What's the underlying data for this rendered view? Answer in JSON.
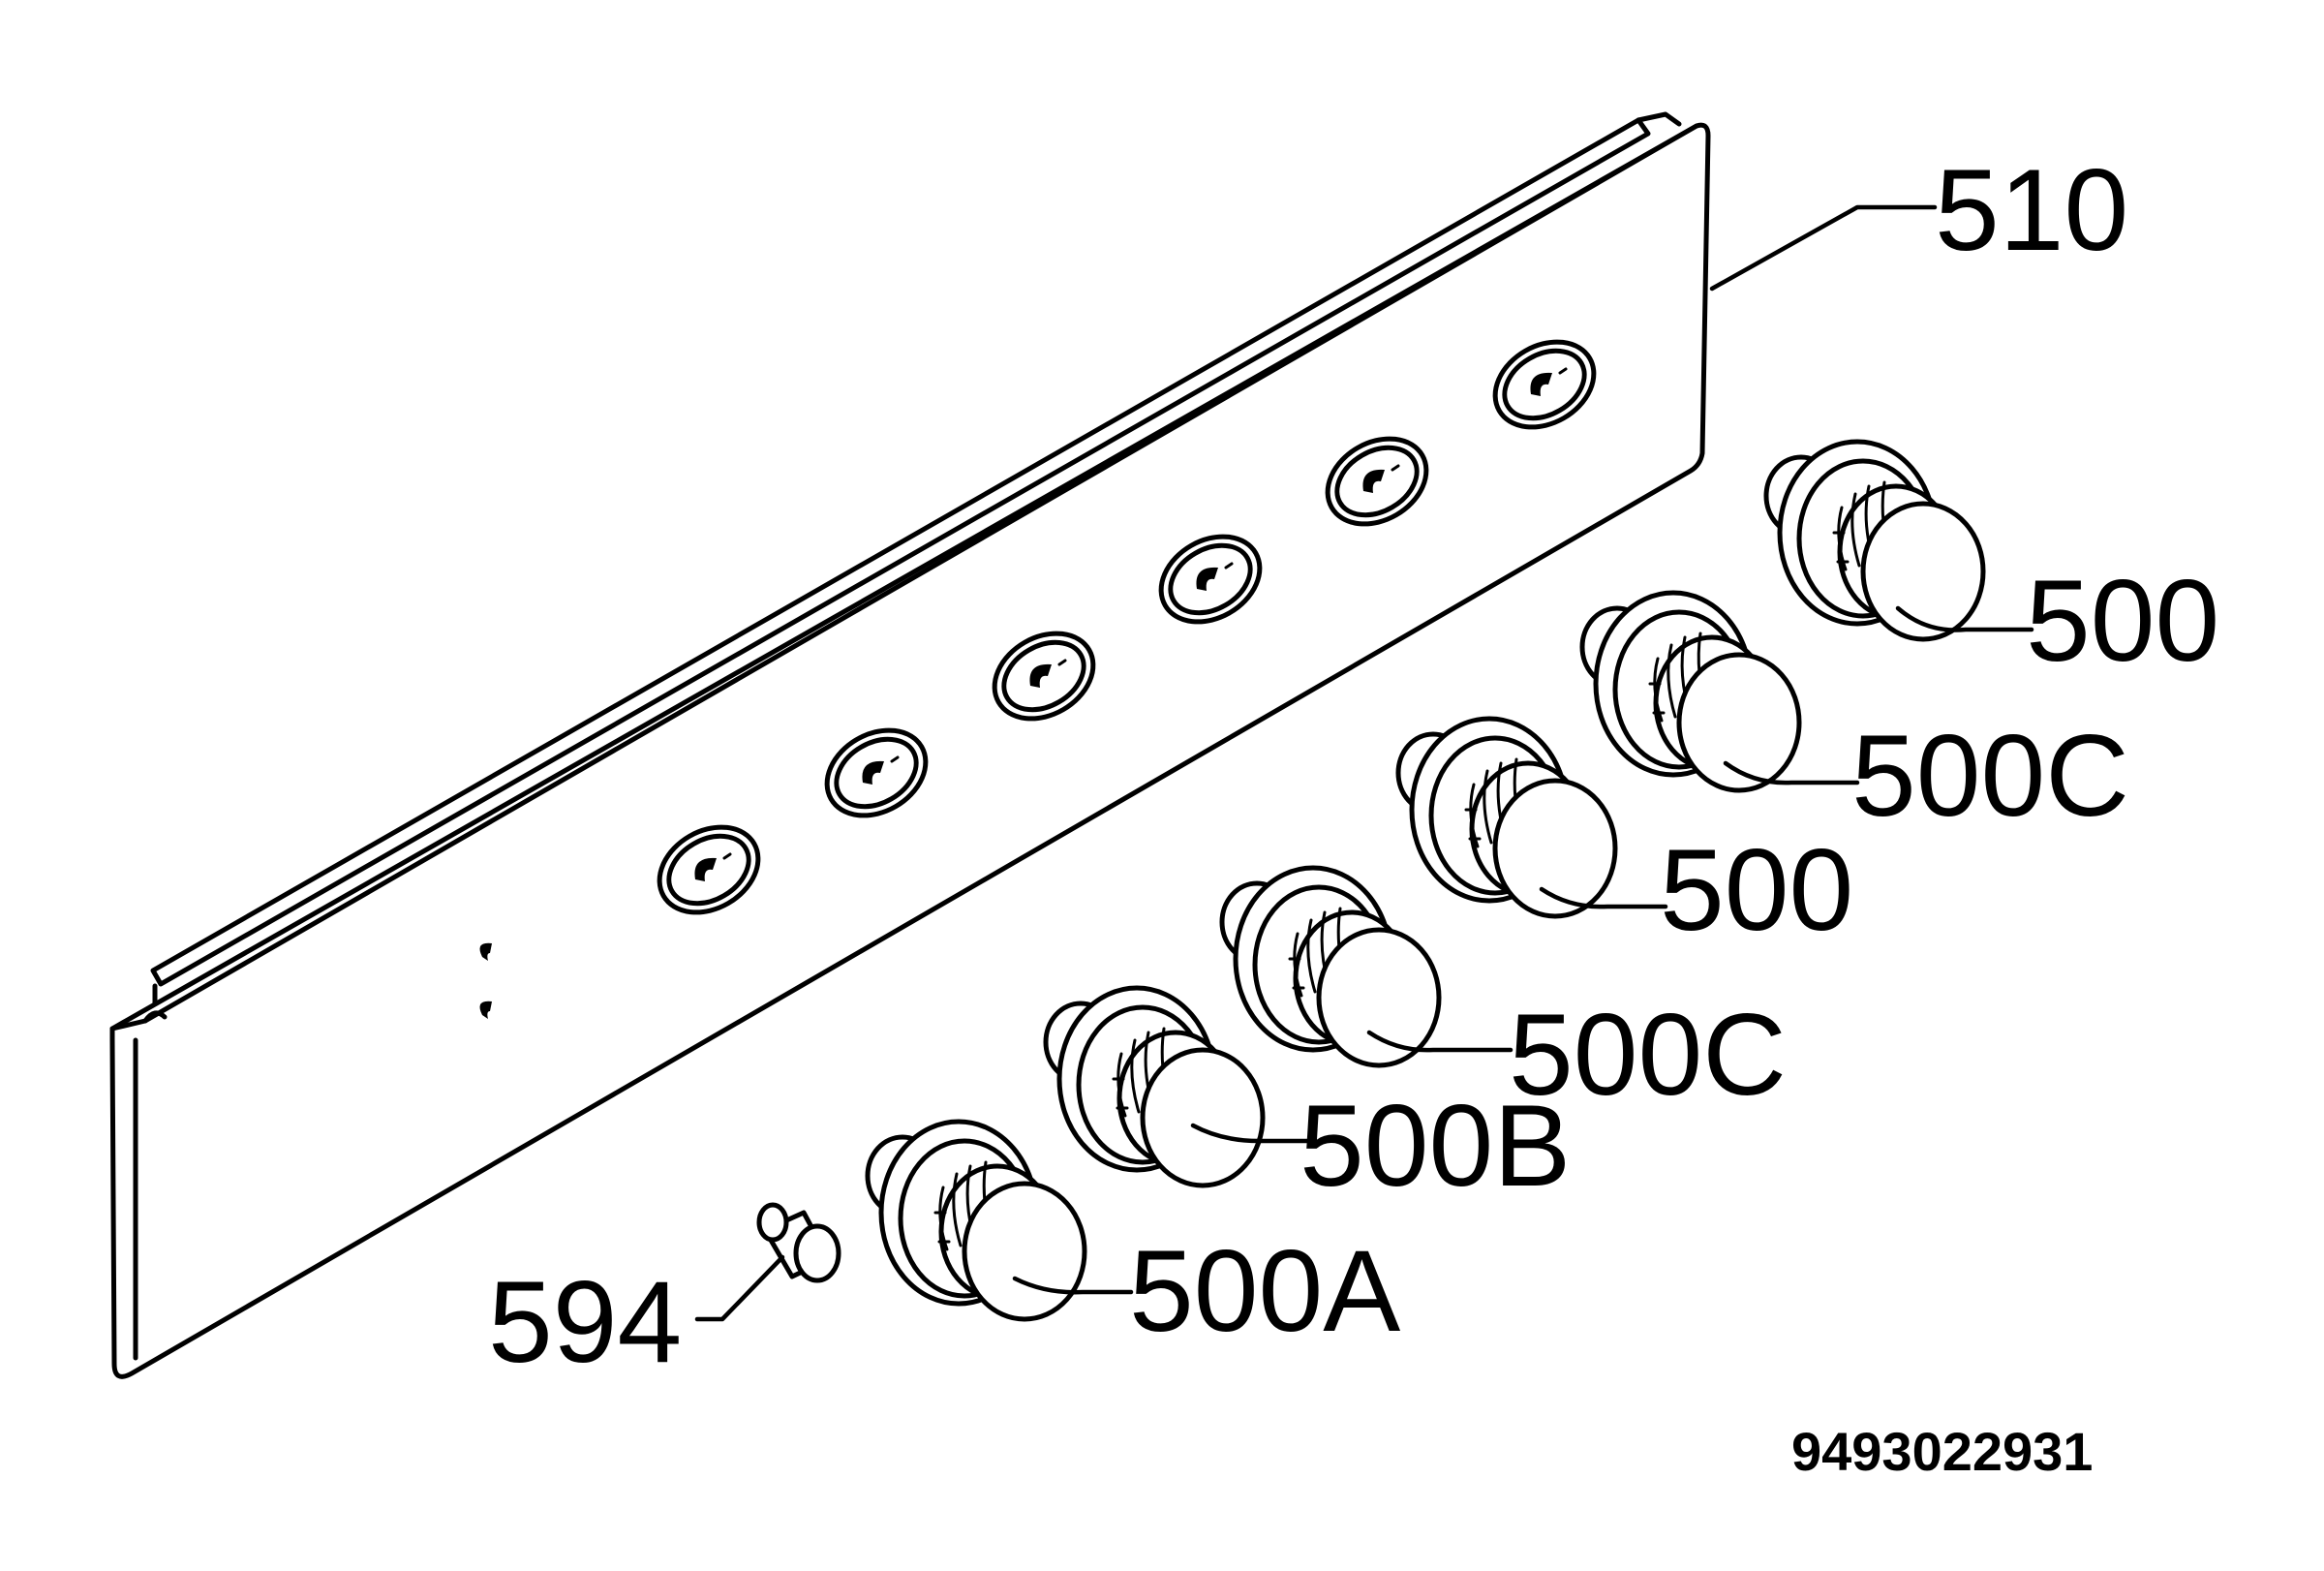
{
  "callouts": {
    "panel": "510",
    "knob_1": "500",
    "knob_2": "500C",
    "knob_3": "500",
    "knob_4": "500C",
    "knob_5": "500B",
    "knob_6": "500A",
    "pin": "594"
  },
  "document_number": "9493022931",
  "colors": {
    "ink": "#000000",
    "paper": "#ffffff"
  }
}
